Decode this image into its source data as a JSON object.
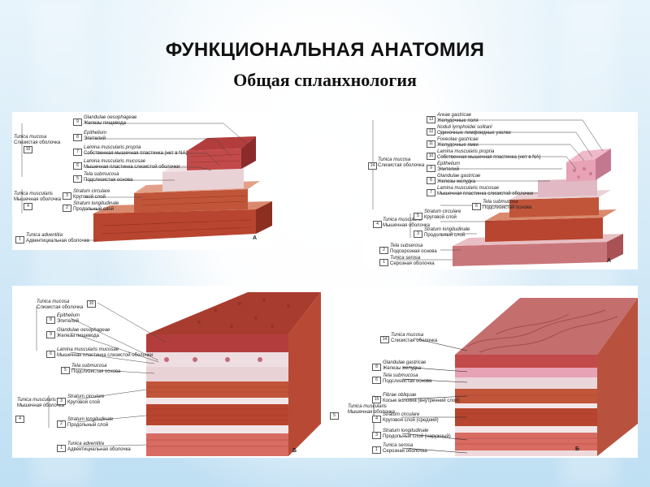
{
  "slide": {
    "title": "ФУНКЦИОНАЛЬНАЯ АНАТОМИЯ",
    "subtitle": "Общая спланхнология"
  },
  "panels": {
    "top_left": {
      "tag": "А",
      "groups": [
        {
          "num": "10",
          "lat": "Tunica mucosa",
          "ru": "Слизистая оболочка"
        },
        {
          "num": "4",
          "lat": "Tunica muscularis",
          "ru": "Мышечная оболочка"
        }
      ],
      "labels": [
        {
          "num": "9",
          "lat": "Glandulae oesophageae",
          "ru": "Железы пищевода"
        },
        {
          "num": "8",
          "lat": "Epithelium",
          "ru": "Эпителий"
        },
        {
          "num": "7",
          "lat": "Lamina muscularis propria",
          "ru": "Собственная мышечная пластинка (нет в NA)"
        },
        {
          "num": "6",
          "lat": "Lamina muscularis mucosae",
          "ru": "Мышечная пластинка слизистой оболочки"
        },
        {
          "num": "5",
          "lat": "Tela submucosa",
          "ru": "Подслизистая основа"
        },
        {
          "num": "3",
          "lat": "Stratum circulare",
          "ru": "Круговой слой"
        },
        {
          "num": "2",
          "lat": "Stratum longitudinale",
          "ru": "Продольный слой"
        },
        {
          "num": "1",
          "lat": "Tunica adventitia",
          "ru": "Адвентициальная оболочка"
        }
      ]
    },
    "top_right": {
      "tag": "А",
      "groups": [
        {
          "num": "14",
          "lat": "Tunica mucosa",
          "ru": "Слизистая оболочка"
        },
        {
          "num": "4",
          "lat": "Tunica muscularis",
          "ru": "Мышечная оболочка"
        }
      ],
      "labels": [
        {
          "num": "13",
          "lat": "Areae gastricae",
          "ru": "Желудочные поля"
        },
        {
          "num": "12",
          "lat": "Noduli lymphoidei solitarii",
          "ru": "Одиночные лимфоидные узелки"
        },
        {
          "num": "11",
          "lat": "Foveolae gastricae",
          "ru": "Желудочные ямки"
        },
        {
          "num": "10",
          "lat": "Lamina muscularis propria",
          "ru": "Собственная мышечная пластинка (нет в NA)"
        },
        {
          "num": "9",
          "lat": "Epithelium",
          "ru": "Эпителий"
        },
        {
          "num": "8",
          "lat": "Glandulae gastricae",
          "ru": "Железы желудка"
        },
        {
          "num": "7",
          "lat": "Lamina muscularis mucosae",
          "ru": "Мышечная пластинка слизистой оболочки"
        },
        {
          "num": "6",
          "lat": "Tela submucosa",
          "ru": "Подслизистая основа"
        },
        {
          "num": "5",
          "lat": "Stratum circulare",
          "ru": "Круговой слой"
        },
        {
          "num": "3",
          "lat": "Stratum longitudinale",
          "ru": "Продольный слой"
        },
        {
          "num": "2",
          "lat": "Tela subserosa",
          "ru": "Подсерозная основа"
        },
        {
          "num": "1",
          "lat": "Tunica serosa",
          "ru": "Серозная оболочка"
        }
      ]
    },
    "bottom_left": {
      "tag": "Б",
      "groups": [
        {
          "num": "4",
          "lat": "Tunica muscularis",
          "ru": "Мышечная оболочка"
        }
      ],
      "labels": [
        {
          "num": "10",
          "lat": "Tunica mucosa",
          "ru": "Слизистая оболочка"
        },
        {
          "num": "8",
          "lat": "Epithelium",
          "ru": "Эпителий"
        },
        {
          "num": "9",
          "lat": "Glandulae oesophageae",
          "ru": "Железы пищевода"
        },
        {
          "num": "6",
          "lat": "Lamina muscularis mucosae",
          "ru": "Мышечная пластинка слизистой оболочки"
        },
        {
          "num": "5",
          "lat": "Tela submucosa",
          "ru": "Подслизистая основа"
        },
        {
          "num": "3",
          "lat": "Stratum circulare",
          "ru": "Круговой слой"
        },
        {
          "num": "2",
          "lat": "Stratum longitudinale",
          "ru": "Продольный слой"
        },
        {
          "num": "1",
          "lat": "Tunica adventitia",
          "ru": "Адвентициальная оболочка"
        }
      ]
    },
    "bottom_right": {
      "tag": "Б",
      "groups": [
        {
          "num": "5",
          "lat": "Tunica muscularis",
          "ru": "Мышечная оболочка"
        }
      ],
      "labels": [
        {
          "num": "14",
          "lat": "Tunica mucosa",
          "ru": "Слизистая оболочка"
        },
        {
          "num": "8",
          "lat": "Glandulae gastricae",
          "ru": "Железы желудка"
        },
        {
          "num": "6",
          "lat": "Tela submucosa",
          "ru": "Подслизистая основа"
        },
        {
          "num": "15",
          "lat": "Fibrae obliquae",
          "ru": "Косые волокна (внутренний слой)"
        },
        {
          "num": "4",
          "lat": "Stratum circulare",
          "ru": "Круговой слой (средний)"
        },
        {
          "num": "3",
          "lat": "Stratum longitudinale",
          "ru": "Продольный слой (наружный)"
        },
        {
          "num": "1",
          "lat": "Tunica serosa",
          "ru": "Серозная оболочка"
        }
      ]
    }
  },
  "colors": {
    "muscle": "#b8452f",
    "muscle_light": "#d98a6e",
    "mucosa": "#c24a4a",
    "submucosa": "#e9d2d5",
    "pink": "#e7a2b6"
  }
}
